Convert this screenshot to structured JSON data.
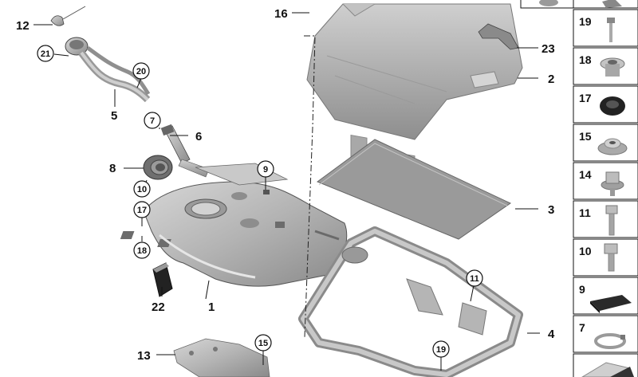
{
  "callouts": {
    "c1": "1",
    "c2": "2",
    "c3": "3",
    "c4": "4",
    "c5": "5",
    "c6": "6",
    "c7": "7",
    "c8": "8",
    "c9": "9",
    "c10": "10",
    "c11": "11",
    "c12": "12",
    "c13": "13",
    "c15": "15",
    "c16": "16",
    "c17": "17",
    "c18": "18",
    "c19": "19",
    "c20": "20",
    "c21": "21",
    "c22": "22",
    "c23": "23"
  },
  "side_panel": {
    "items": [
      "19",
      "18",
      "17",
      "15",
      "14",
      "11",
      "10",
      "9",
      "7"
    ]
  },
  "colors": {
    "part_fill": "#b9b9b9",
    "part_dark": "#7d7d7d",
    "line": "#111111"
  }
}
